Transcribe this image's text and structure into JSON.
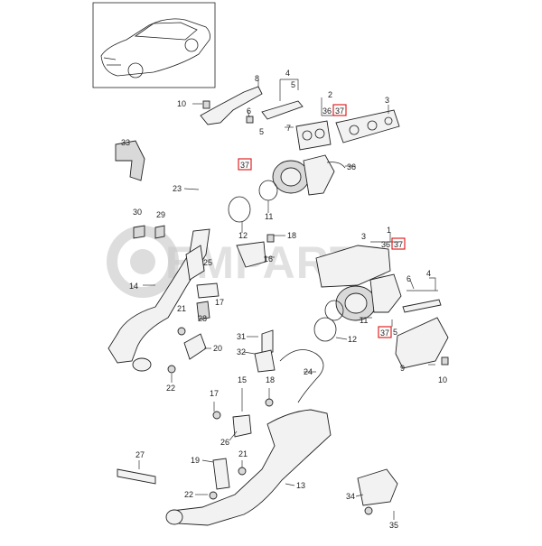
{
  "watermark": "EMPARTS",
  "callouts": {
    "top_group": [
      "8",
      "4",
      "5",
      "10",
      "6",
      "5",
      "7",
      "2",
      "36",
      "37",
      "3",
      "33",
      "37",
      "36",
      "23",
      "11",
      "30",
      "29",
      "12",
      "18",
      "1",
      "3",
      "36",
      "37",
      "25",
      "16",
      "4",
      "6",
      "14",
      "17",
      "11",
      "5",
      "21",
      "28",
      "12",
      "37",
      "20",
      "31",
      "9",
      "32",
      "22",
      "24",
      "10",
      "17",
      "15",
      "18",
      "26",
      "27",
      "19",
      "21",
      "13",
      "22",
      "34",
      "35"
    ]
  }
}
